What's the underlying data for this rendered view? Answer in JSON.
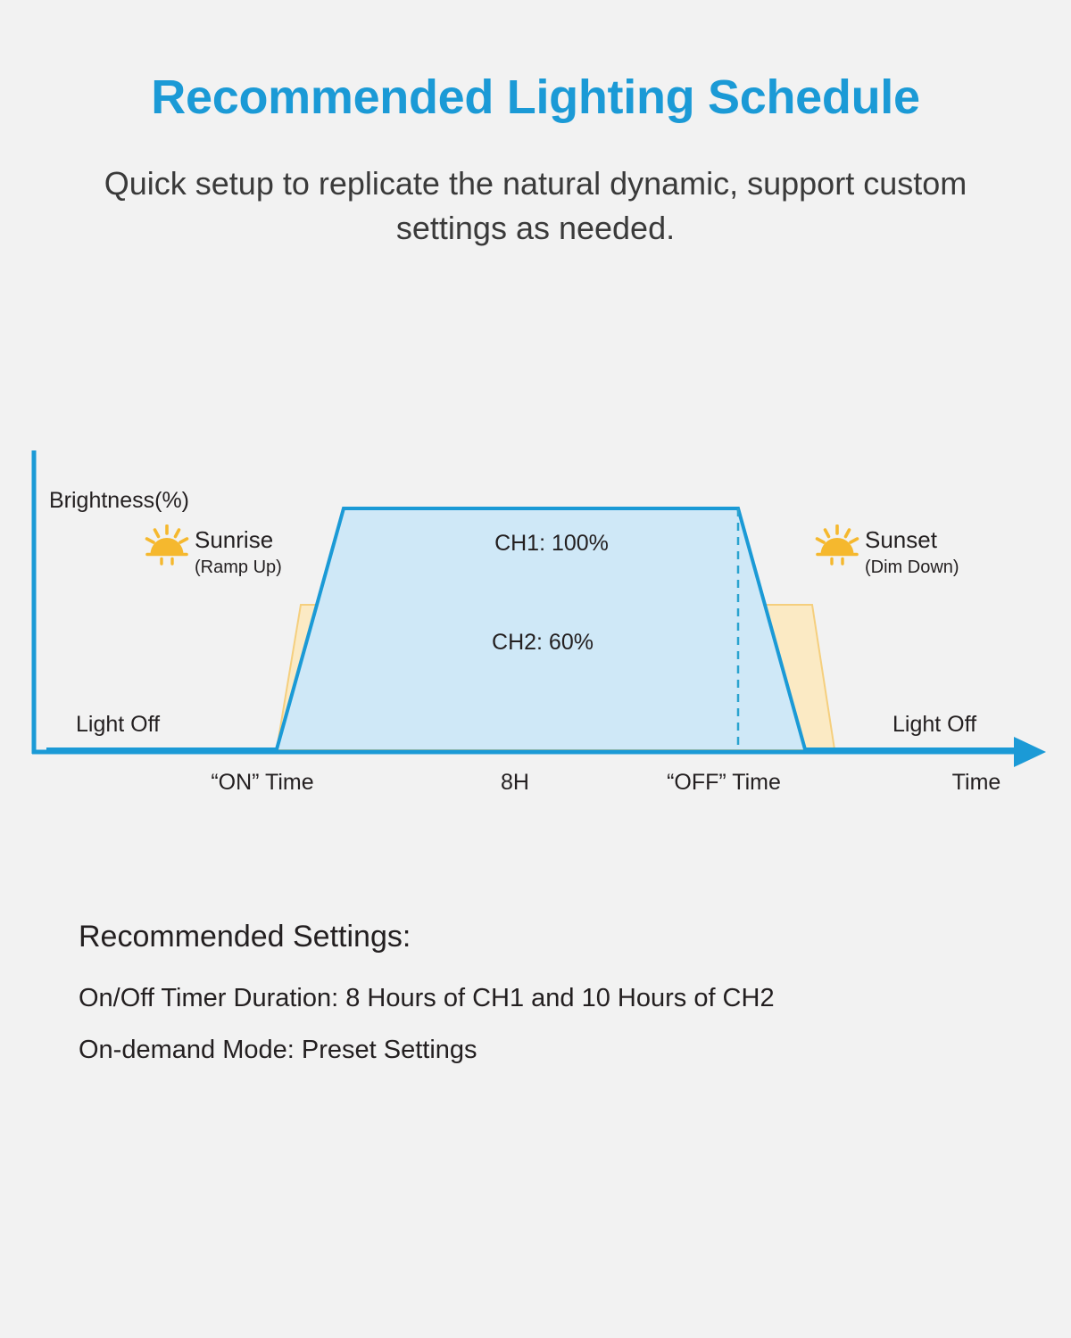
{
  "header": {
    "title": "Recommended Lighting Schedule",
    "subtitle": "Quick setup to replicate the natural dynamic, support custom settings as needed.",
    "title_color": "#1b9ad6"
  },
  "chart_data": {
    "type": "area",
    "title": "Recommended Lighting Schedule",
    "xlabel": "Time",
    "ylabel": "Brightness(%)",
    "grid": false,
    "legend": "inline",
    "x_tick_labels": [
      "“ON” Time",
      "8H",
      "“OFF” Time",
      "Time"
    ],
    "state_labels": {
      "left": "Light Off",
      "right": "Light Off"
    },
    "series": [
      {
        "name": "CH1",
        "label": "CH1: 100%",
        "peak_percent": 100,
        "fill_color": "#cfe8f7",
        "stroke_color": "#1b9ad6",
        "points": [
          {
            "x": 0,
            "y": 0
          },
          {
            "x": 18,
            "y": 0
          },
          {
            "x": 24,
            "y": 100
          },
          {
            "x": 64,
            "y": 100
          },
          {
            "x": 70,
            "y": 0
          },
          {
            "x": 100,
            "y": 0
          }
        ]
      },
      {
        "name": "CH2",
        "label": "CH2: 60%",
        "peak_percent": 60,
        "fill_color": "#fbeac4",
        "stroke_color": "#f2c55c",
        "points": [
          {
            "x": 18,
            "y": 0
          },
          {
            "x": 21,
            "y": 60
          },
          {
            "x": 73,
            "y": 60
          },
          {
            "x": 76,
            "y": 0
          }
        ]
      }
    ],
    "annotations": [
      {
        "name": "sunrise",
        "title": "Sunrise",
        "subtitle": "(Ramp Up)",
        "icon": "sun-icon"
      },
      {
        "name": "sunset",
        "title": "Sunset",
        "subtitle": "(Dim Down)",
        "icon": "sun-icon"
      }
    ],
    "marker_line": {
      "name": "off-time-marker",
      "style": "dashed",
      "label": "“OFF” Time"
    },
    "duration_label": "8H",
    "colors": {
      "axis": "#1b9ad6",
      "ch1_fill": "#cfe8f7",
      "ch1_stroke": "#1b9ad6",
      "ch2_fill": "#fbeac4",
      "ch2_stroke": "#f2c55c",
      "sun": "#f5b82e",
      "text": "#231f20",
      "background": "#f2f2f2"
    }
  },
  "settings": {
    "heading": "Recommended Settings:",
    "lines": [
      "On/Off Timer Duration: 8 Hours of CH1 and 10 Hours of CH2",
      "On-demand Mode: Preset Settings"
    ]
  }
}
